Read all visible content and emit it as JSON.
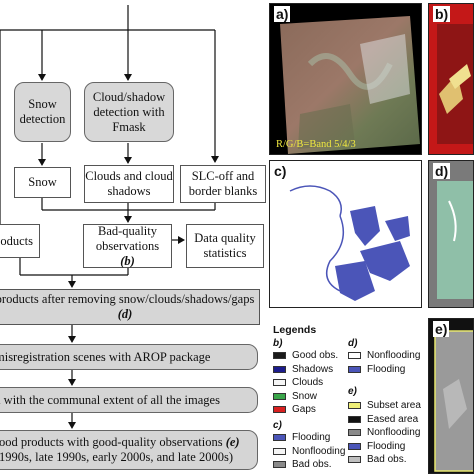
{
  "flowchart": {
    "snow_detection": "Snow detection",
    "cloud_detection": "Cloud/shadow detection with Fmask",
    "snow": "Snow",
    "clouds": "Clouds and cloud shadows",
    "slc_off": "SLC-off and border blanks",
    "products_left": "oducts",
    "bad_quality": "Bad-quality observations",
    "bad_quality_ref": "(b)",
    "data_quality": "Data quality statistics",
    "products_after": "products after removing snow/clouds/shadows/gaps",
    "products_after_ref": "(d)",
    "misregistration": "misregistration scenes with AROP package",
    "communal_extent": "a with the communal extent of all the images",
    "good_products_line1": "ood products with good-quality observations",
    "good_products_ref": "(e)",
    "good_products_line2": "1990s, late 1990s, early 2000s, and late 2000s)"
  },
  "panels": {
    "a_label": "a)",
    "a_caption": "R/G/B=Band 5/4/3",
    "b_label": "b)",
    "c_label": "c)",
    "d_label": "d)",
    "e_label": "e)"
  },
  "legend": {
    "title": "Legends",
    "b_head": "b)",
    "b_items": [
      {
        "label": "Good obs.",
        "color": "#1a1a1a"
      },
      {
        "label": "Shadows",
        "color": "#1c1c8c"
      },
      {
        "label": "Clouds",
        "color": "#f5f5f5"
      },
      {
        "label": "Snow",
        "color": "#3aa64a"
      },
      {
        "label": "Gaps",
        "color": "#d82020"
      }
    ],
    "c_head": "c)",
    "c_items": [
      {
        "label": "Flooding",
        "color": "#4b55b8"
      },
      {
        "label": "Nonflooding",
        "color": "#f5f5f5"
      },
      {
        "label": "Bad obs.",
        "color": "#8a8a8a"
      }
    ],
    "d_head": "d)",
    "d_items": [
      {
        "label": "Nonflooding",
        "color": "#ffffff"
      },
      {
        "label": "Flooding",
        "color": "#4b55b8"
      }
    ],
    "e_head": "e)",
    "e_items": [
      {
        "label": "Subset area",
        "color": "#f0f078"
      },
      {
        "label": "Eased area",
        "color": "#111111"
      },
      {
        "label": "Nonflooding",
        "color": "#8a8a8a"
      },
      {
        "label": "Flooding",
        "color": "#4b55b8"
      },
      {
        "label": "Bad obs.",
        "color": "#bfbfbf"
      }
    ]
  }
}
